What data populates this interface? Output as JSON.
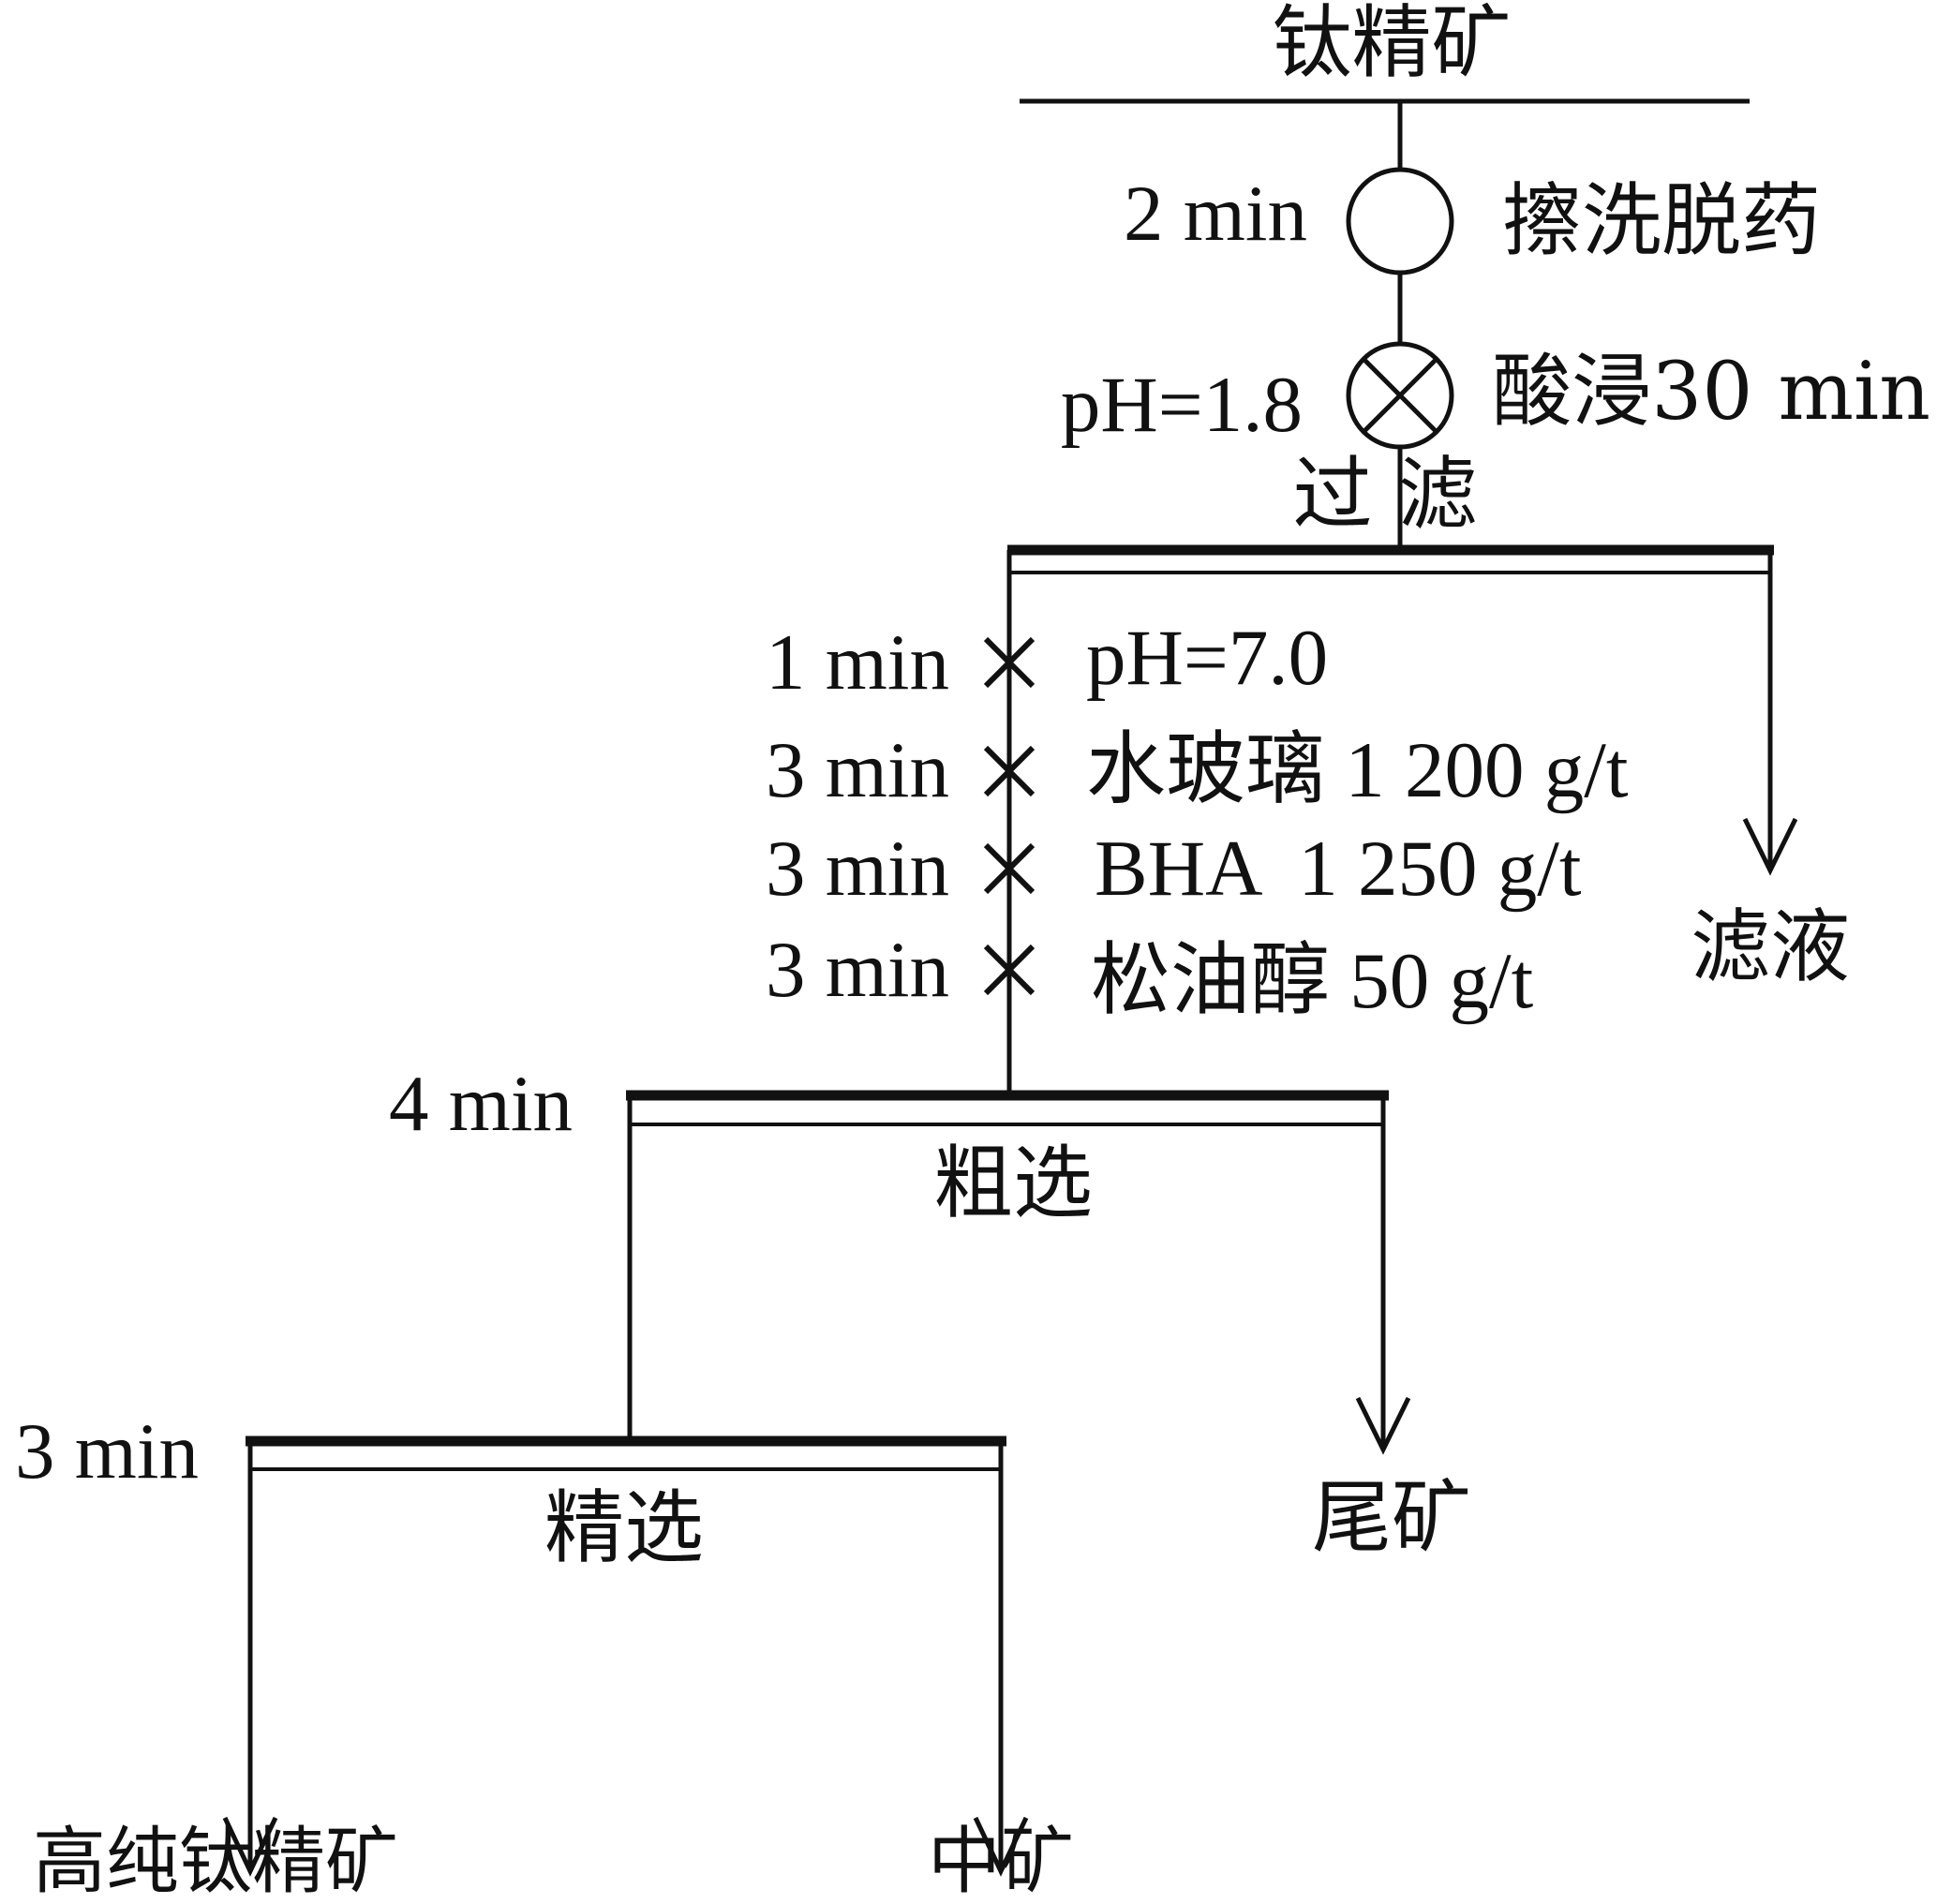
{
  "feed": "钛精矿",
  "scrubbing": {
    "time": "2 min",
    "label": "擦洗脱药"
  },
  "leaching": {
    "ph": "pH=1.8",
    "label": "酸浸30 min"
  },
  "filtration": {
    "label": "过 滤",
    "filtrate": "滤液"
  },
  "conditioning": [
    {
      "time": "1 min",
      "reagent": "pH=7.0"
    },
    {
      "time": "3 min",
      "reagent": "水玻璃 1 200 g/t"
    },
    {
      "time": "3 min",
      "reagent": "BHA  1 250 g/t"
    },
    {
      "time": "3 min",
      "reagent": "松油醇 50 g/t"
    }
  ],
  "rougher": {
    "time": "4 min",
    "label": "粗选",
    "tailings": "尾矿"
  },
  "cleaner": {
    "time": "3 min",
    "label": "精选",
    "concentrate": "高纯钛精矿",
    "middlings": "中矿"
  }
}
